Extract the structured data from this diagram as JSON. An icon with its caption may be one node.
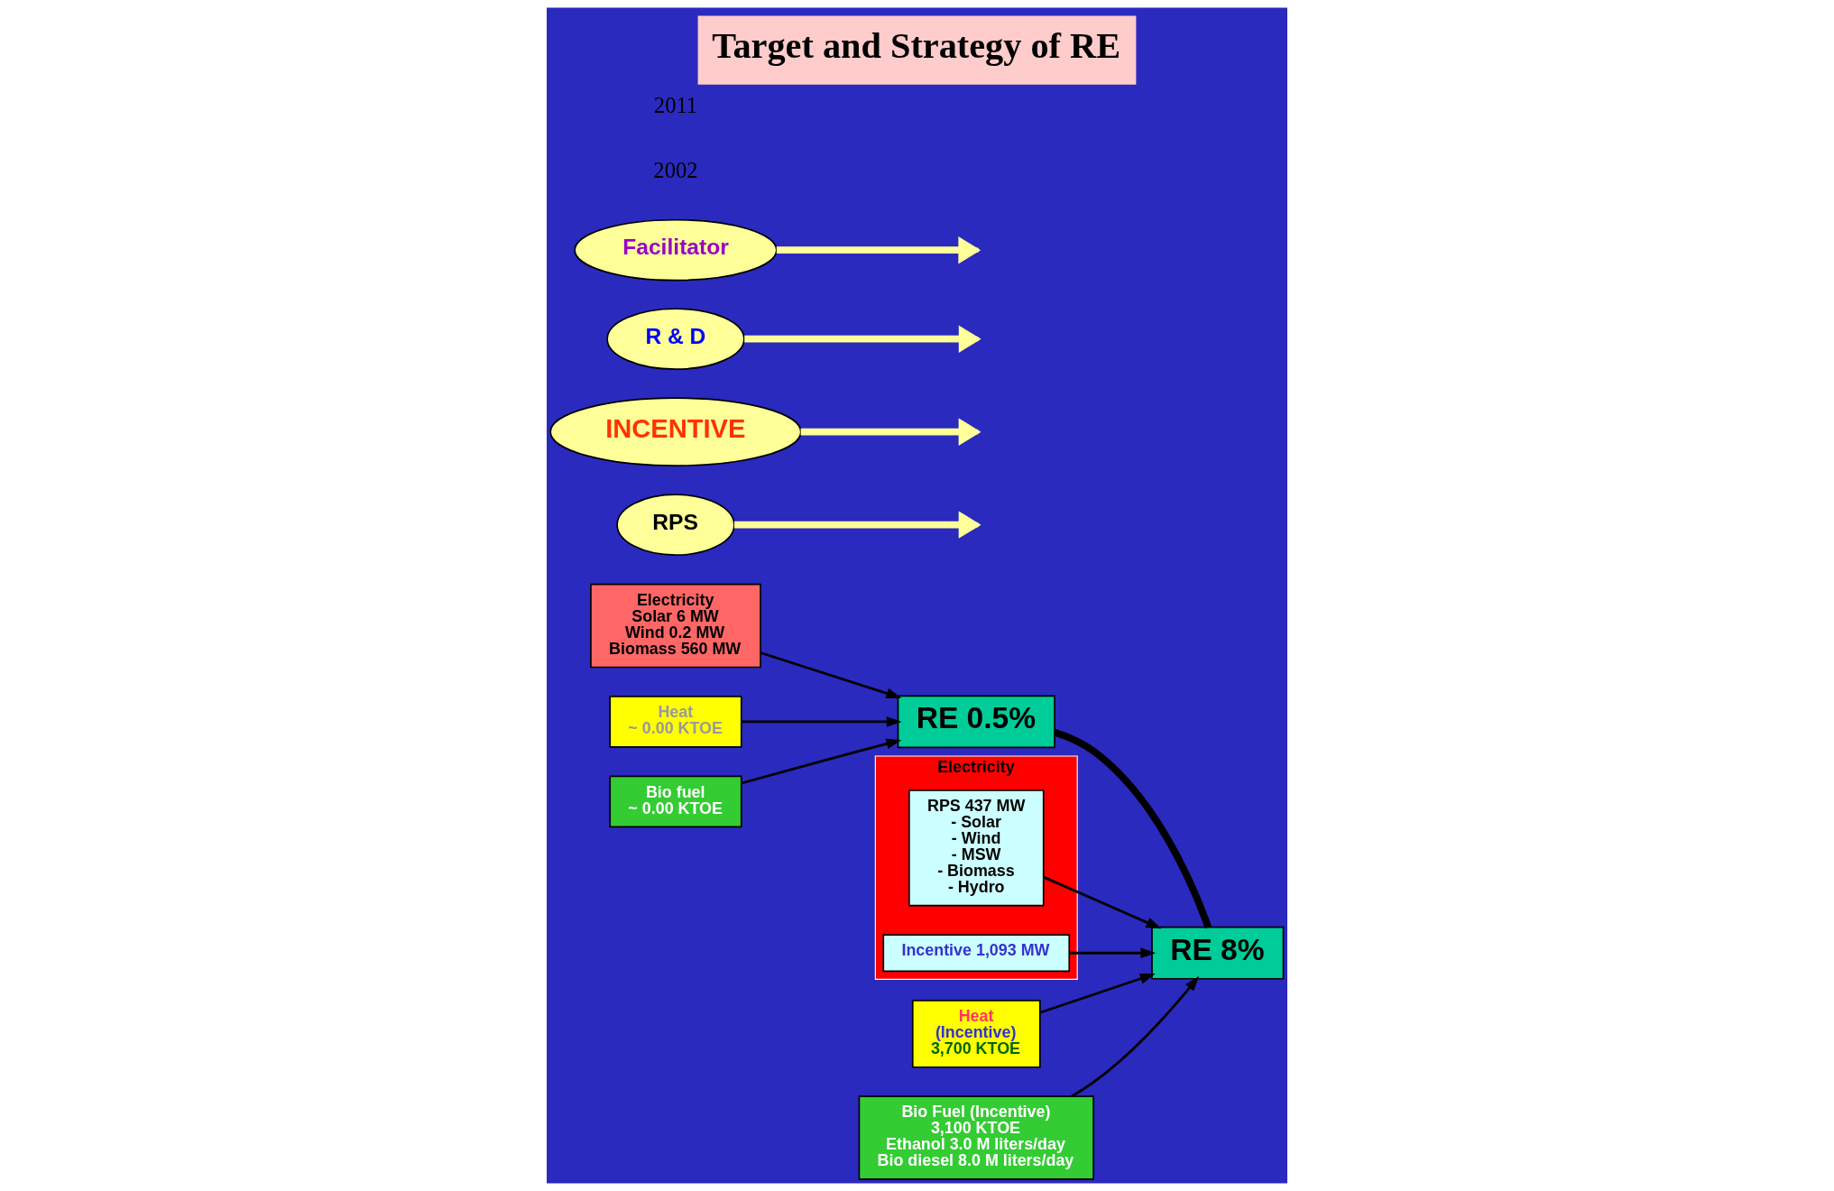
{
  "diagram": {
    "title": "Target and Strategy of RE",
    "nodes": [
      {
        "text": [
          "Electricity",
          "Solar 6 MW",
          "Wind 0.2 MW",
          "Biomass 560 MW"
        ]
      },
      {
        "text": [
          "Heat",
          "~ 0.00 KTOE"
        ]
      },
      {
        "text": [
          "Bio fuel",
          "~ 0.00 KTOE"
        ]
      },
      {
        "text": [
          "RE 0.5%"
        ]
      },
      {
        "text": [
          "RPS"
        ]
      },
      {
        "text": [
          "INCENTIVE"
        ]
      },
      {
        "text": [
          "R & D"
        ]
      },
      {
        "text": [
          "Facilitator"
        ]
      },
      {
        "text": [
          "RE 8%"
        ]
      },
      {
        "text": [
          "Electricity"
        ]
      },
      {
        "text": [
          "RPS 437 MW",
          "- Solar",
          "- Wind",
          "- MSW",
          "- Biomass",
          "- Hydro"
        ],
        "in": 9
      },
      {
        "text": [
          "Incentive 1,093 MW"
        ],
        "in": 9
      },
      {
        "text": [
          "Heat",
          "(Incentive)",
          "3,700 KTOE"
        ]
      },
      {
        "text": [
          "Bio Fuel (Incentive)",
          "3,100 KTOE",
          "Ethanol 3.0 M liters/day",
          "Bio diesel 8.0 M liters/day"
        ]
      }
    ],
    "edges": [
      {
        "from": 0,
        "to": 3,
        "arrow": "to"
      },
      {
        "from": 1,
        "to": 3,
        "arrow": "to"
      },
      {
        "from": 2,
        "to": 3,
        "arrow": "to"
      },
      {
        "from": 3,
        "to": 8,
        "arrow": "none",
        "style": "thick"
      },
      {
        "from": 4,
        "to": null,
        "arrow": "to",
        "style": "thick",
        "color": "#ffff99"
      },
      {
        "from": 5,
        "to": null,
        "arrow": "to",
        "style": "thick",
        "color": "#ffff99"
      },
      {
        "from": 6,
        "to": null,
        "arrow": "to",
        "style": "thick",
        "color": "#ffff99"
      },
      {
        "from": 7,
        "to": null,
        "arrow": "to",
        "style": "thick",
        "color": "#ffff99"
      },
      {
        "from": 10,
        "to": 8,
        "arrow": "to"
      },
      {
        "from": 11,
        "to": 8,
        "arrow": "to"
      },
      {
        "from": 12,
        "to": 8,
        "arrow": "to"
      },
      {
        "from": 13,
        "to": 8,
        "arrow": "to"
      }
    ],
    "labels": [
      "2002",
      "2011"
    ]
  }
}
